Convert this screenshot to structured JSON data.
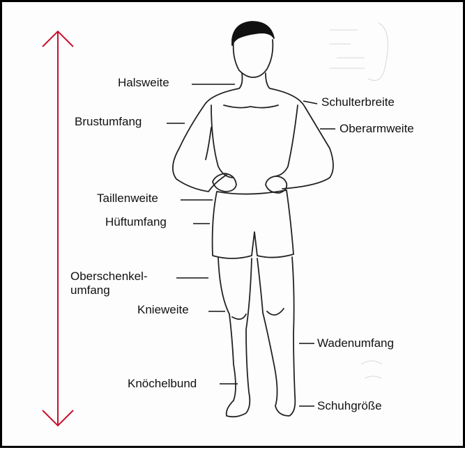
{
  "colors": {
    "arrow": "#c8102e",
    "outline": "#222222",
    "hair": "#111111",
    "border": "#000000"
  },
  "labels": {
    "halsweite": "Halsweite",
    "schulterbreite": "Schulterbreite",
    "brustumfang": "Brustumfang",
    "oberarmweite": "Oberarmweite",
    "taillenweite": "Taillenweite",
    "hueftumfang": "Hüftumfang",
    "oberschenkel_line1": "Oberschenkel-",
    "oberschenkel_line2": "umfang",
    "knieweite": "Knieweite",
    "wadenumfang": "Wadenumfang",
    "knoechelbund": "Knöchelbund",
    "schuhgroesse": "Schuhgröße"
  }
}
